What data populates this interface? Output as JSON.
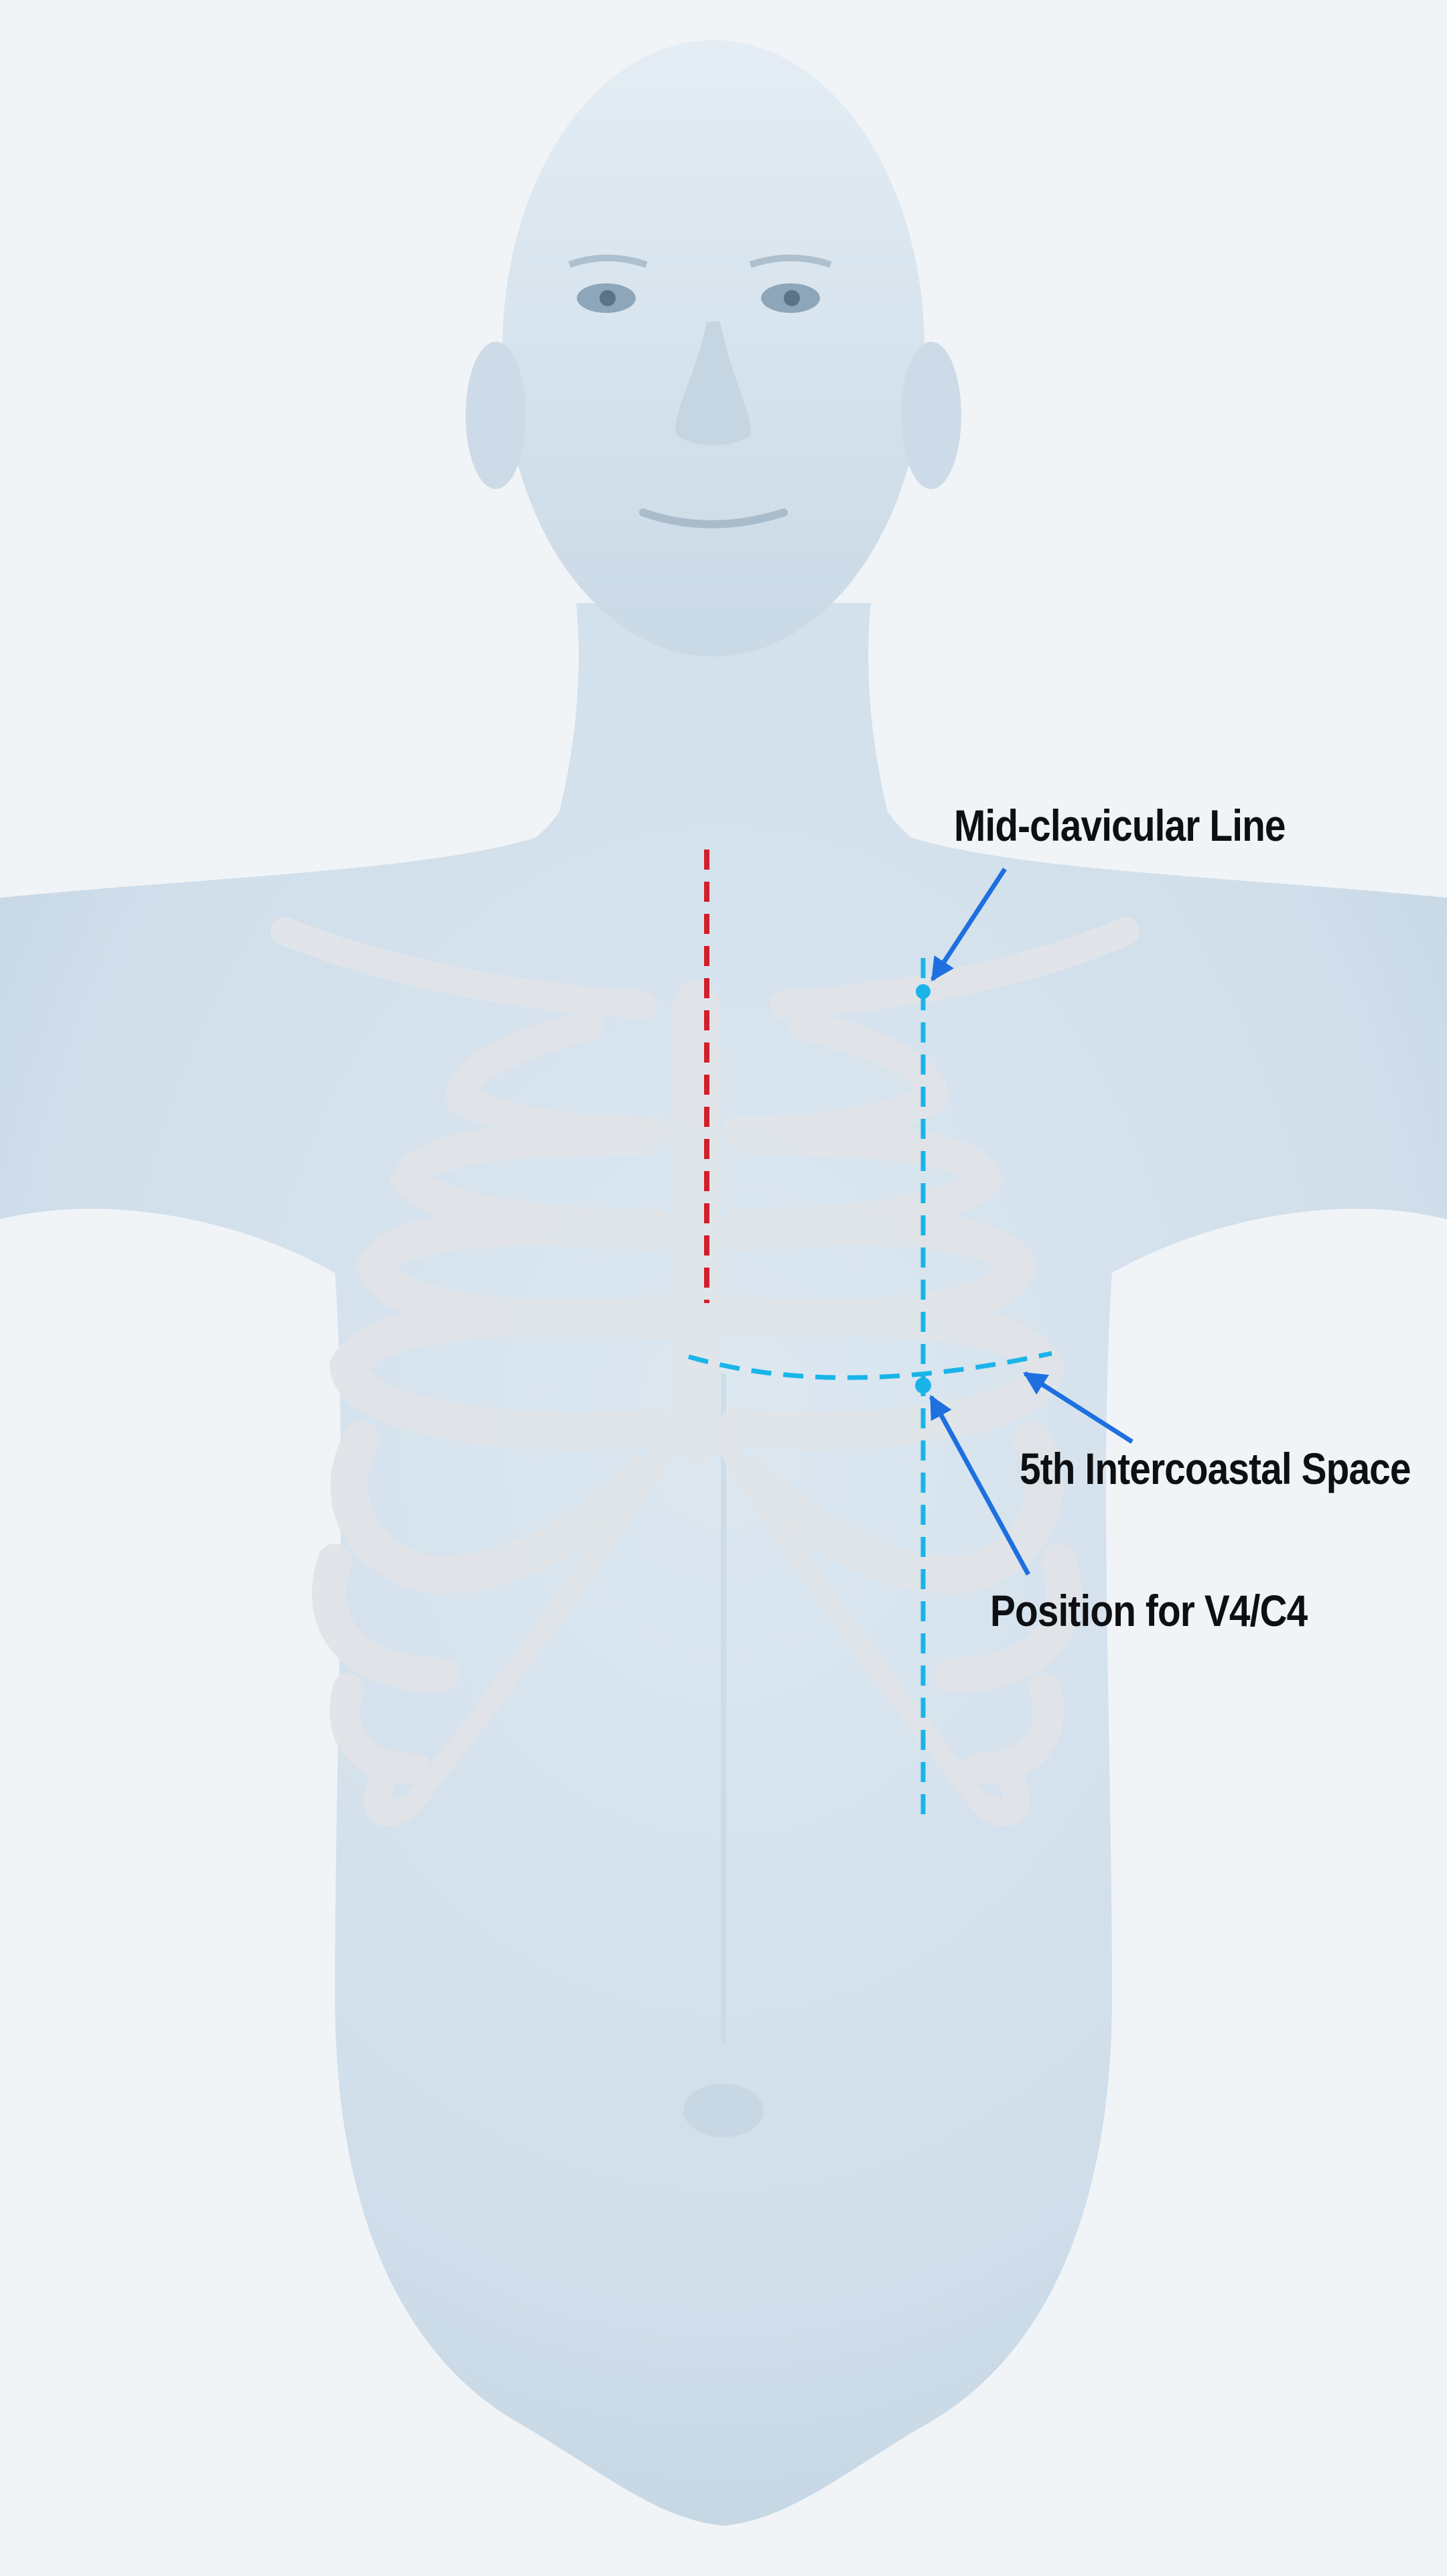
{
  "annotations": {
    "mid_clavicular_line": "Mid-clavicular Line",
    "intercostal_space": "5th Intercoastal Space",
    "v4_position": "Position for V4/C4"
  },
  "colors": {
    "background": "#f1f4f7",
    "body": "#d4e1ec",
    "ribs": "#e2e6ea",
    "sternal_line": "#d21f2a",
    "guide_lines": "#1ab4e8",
    "arrows": "#1e6fe0",
    "label_text": "#0d0f12"
  }
}
